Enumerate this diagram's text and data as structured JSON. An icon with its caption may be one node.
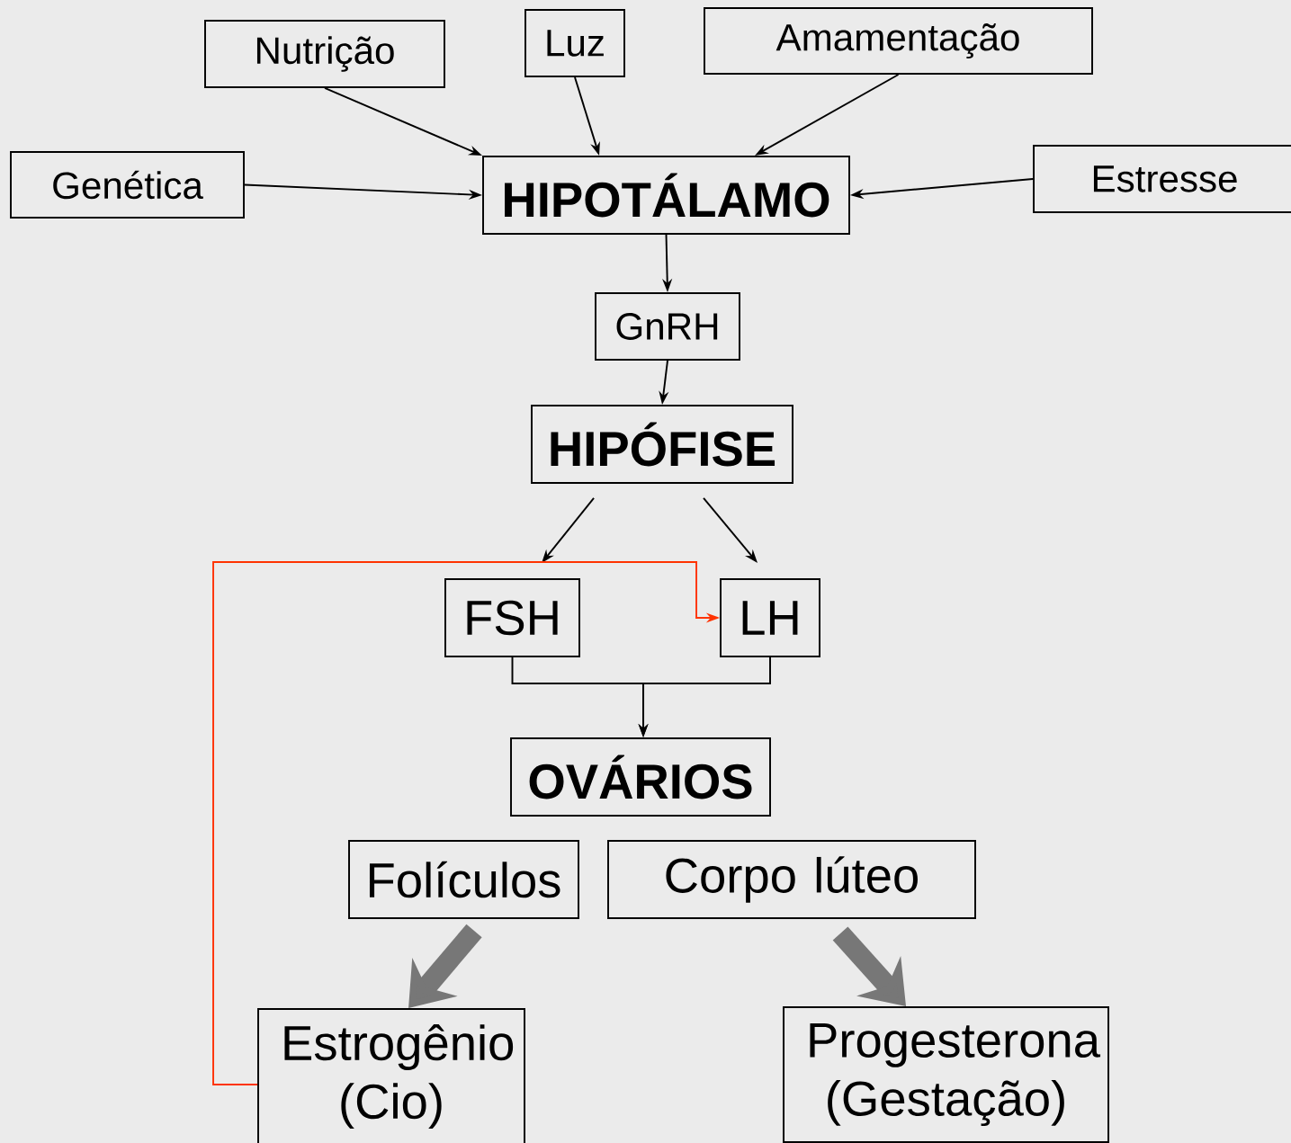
{
  "diagram": {
    "nodes": [
      {
        "text": [
          "Nutrição"
        ]
      },
      {
        "text": [
          "Luz"
        ]
      },
      {
        "text": [
          "Amamentação"
        ]
      },
      {
        "text": [
          "Genética"
        ]
      },
      {
        "text": [
          "HIPOTÁLAMO"
        ]
      },
      {
        "text": [
          "Estresse"
        ]
      },
      {
        "text": [
          "GnRH"
        ]
      },
      {
        "text": [
          "HIPÓFISE"
        ]
      },
      {
        "text": [
          "FSH"
        ]
      },
      {
        "text": [
          "LH"
        ]
      },
      {
        "text": [
          "OVÁRIOS"
        ]
      },
      {
        "text": [
          "Folículos"
        ]
      },
      {
        "text": [
          "Corpo lúteo"
        ]
      },
      {
        "text": [
          "Estrogênio (Cio)"
        ]
      },
      {
        "text": [
          "Progesterona (Gestação)"
        ]
      }
    ],
    "edges": [
      {
        "from": 0,
        "to": 4,
        "arrow": "to"
      },
      {
        "from": 1,
        "to": 4,
        "arrow": "to"
      },
      {
        "from": 2,
        "to": 4,
        "arrow": "to"
      },
      {
        "from": 3,
        "to": 4,
        "arrow": "to"
      },
      {
        "from": 5,
        "to": 4,
        "arrow": "to"
      },
      {
        "from": 4,
        "to": 6,
        "arrow": "to"
      },
      {
        "from": 6,
        "to": 7,
        "arrow": "to"
      },
      {
        "from": 7,
        "to": 8,
        "arrow": "to"
      },
      {
        "from": 7,
        "to": 9,
        "arrow": "to"
      },
      {
        "from": 8,
        "to": 10,
        "arrow": "to"
      },
      {
        "from": 9,
        "to": 10,
        "arrow": "to"
      },
      {
        "from": 11,
        "to": 13,
        "arrow": "to",
        "style": "thick",
        "color": "#777777"
      },
      {
        "from": 12,
        "to": 14,
        "arrow": "to",
        "style": "thick",
        "color": "#777777"
      },
      {
        "from": 13,
        "to": 9,
        "arrow": "to",
        "color": "#ff3300"
      }
    ]
  }
}
